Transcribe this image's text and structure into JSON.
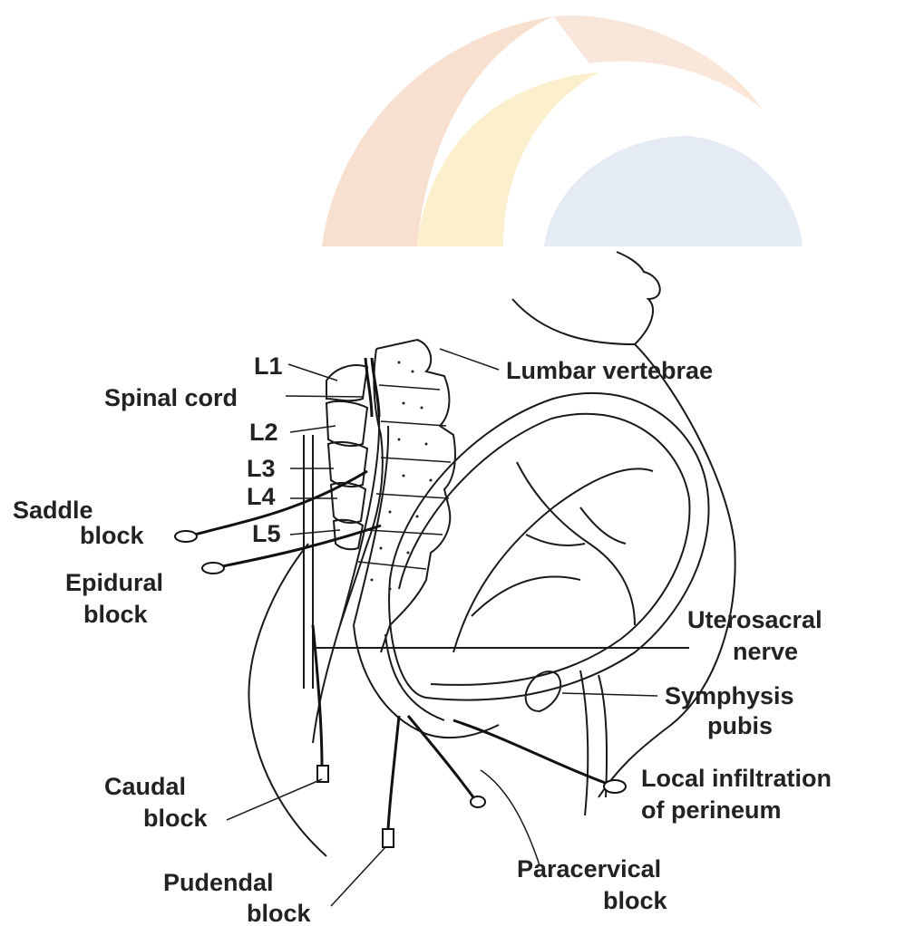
{
  "diagram": {
    "labels": {
      "l1": "L1",
      "spinal_cord": "Spinal cord",
      "l2": "L2",
      "l3": "L3",
      "l4": "L4",
      "l5": "L5",
      "saddle_1": "Saddle",
      "saddle_2": "block",
      "epidural_1": "Epidural",
      "epidural_2": "block",
      "caudal_1": "Caudal",
      "caudal_2": "block",
      "pudendal_1": "Pudendal",
      "pudendal_2": "block",
      "lumbar": "Lumbar vertebrae",
      "utero_1": "Uterosacral",
      "utero_2": "nerve",
      "symph_1": "Symphysis",
      "symph_2": "pubis",
      "local_1": "Local infiltration",
      "local_2": "of perineum",
      "para_1": "Paracervical",
      "para_2": "block"
    },
    "colors": {
      "watermark_orange": "#f6d9c4",
      "watermark_yellow": "#fbefc9",
      "watermark_blue": "#dde6f3",
      "ink": "#1a1a1a"
    }
  }
}
